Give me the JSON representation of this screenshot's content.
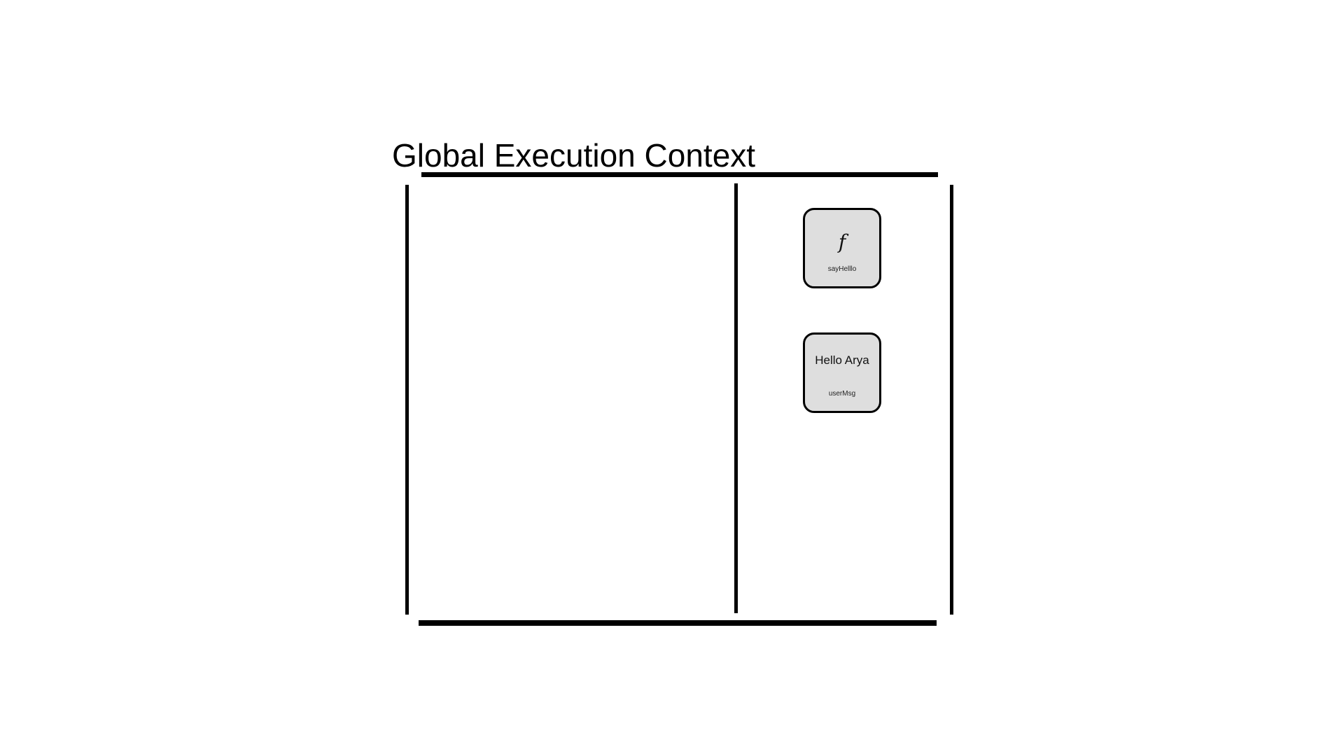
{
  "title": "Global Execution Context",
  "memory": {
    "items": [
      {
        "kind": "function",
        "icon": "function-icon",
        "glyph": "f",
        "label": "sayHelllo"
      },
      {
        "kind": "value",
        "value": "Hello Arya",
        "label": "userMsg"
      }
    ]
  },
  "colors": {
    "line": "#000000",
    "card_fill": "#dedede",
    "background": "#ffffff"
  }
}
